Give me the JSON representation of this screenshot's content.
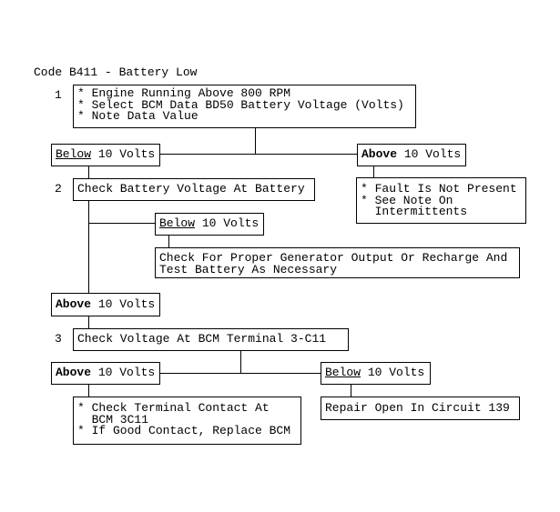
{
  "title": "Code B411 - Battery Low",
  "steps": {
    "s1": {
      "num": "1",
      "lines": [
        "* Engine Running Above 800 RPM",
        "* Select BCM Data BD50 Battery Voltage (Volts)",
        "* Note Data Value"
      ]
    },
    "s2": {
      "num": "2",
      "text": "Check Battery Voltage At Battery"
    },
    "s3": {
      "num": "3",
      "text": "Check Voltage At BCM Terminal 3-C11"
    }
  },
  "labels": {
    "below": "Below",
    "above": "Above",
    "volts": " 10 Volts"
  },
  "results": {
    "fault": [
      "* Fault Is Not Present",
      "* See Note On",
      "  Intermittents"
    ],
    "generator": [
      "Check For Proper Generator Output Or Recharge And",
      "Test Battery As Necessary"
    ],
    "terminal": [
      "* Check Terminal Contact At",
      "  BCM 3C11",
      "* If Good Contact, Replace BCM"
    ],
    "repair": "Repair Open In Circuit 139"
  }
}
